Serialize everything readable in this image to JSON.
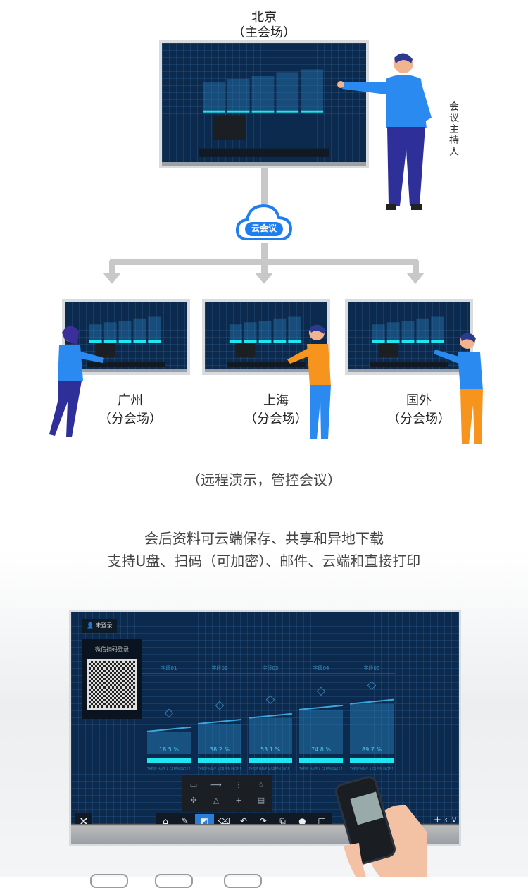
{
  "main_site": {
    "city": "北京",
    "role": "（主会场）"
  },
  "host_label": "会议主持人",
  "cloud_label": "云会议",
  "branches": [
    {
      "city": "广州",
      "role": "（分会场）"
    },
    {
      "city": "上海",
      "role": "（分会场）"
    },
    {
      "city": "国外",
      "role": "（分会场）"
    }
  ],
  "caption": "（远程演示，管控会议）",
  "description": [
    "会后资料可云端保存、共享和异地下载",
    "支持U盘、扫码（可加密）、邮件、云端和直接打印"
  ],
  "board": {
    "user_status": "未登录",
    "qr_title": "微信扫码登录",
    "chart_data": {
      "type": "area",
      "categories": [
        "字段01",
        "字段02",
        "字段03",
        "字段04",
        "字段05"
      ],
      "values": [
        18.5,
        38.2,
        53.1,
        74.8,
        89.7
      ],
      "value_labels": [
        "18.5 %",
        "38.2 %",
        "53.1 %",
        "74.8 %",
        "89.7 %"
      ],
      "footnote": "THERE HAVE A GREEN PAGE 1"
    },
    "toolbar": [
      "home-icon",
      "pen-icon",
      "shape-icon",
      "eraser-icon",
      "undo-icon",
      "redo-icon",
      "crop-icon",
      "disc-icon",
      "rectangle-icon"
    ],
    "accent": "#1ee6f0"
  }
}
